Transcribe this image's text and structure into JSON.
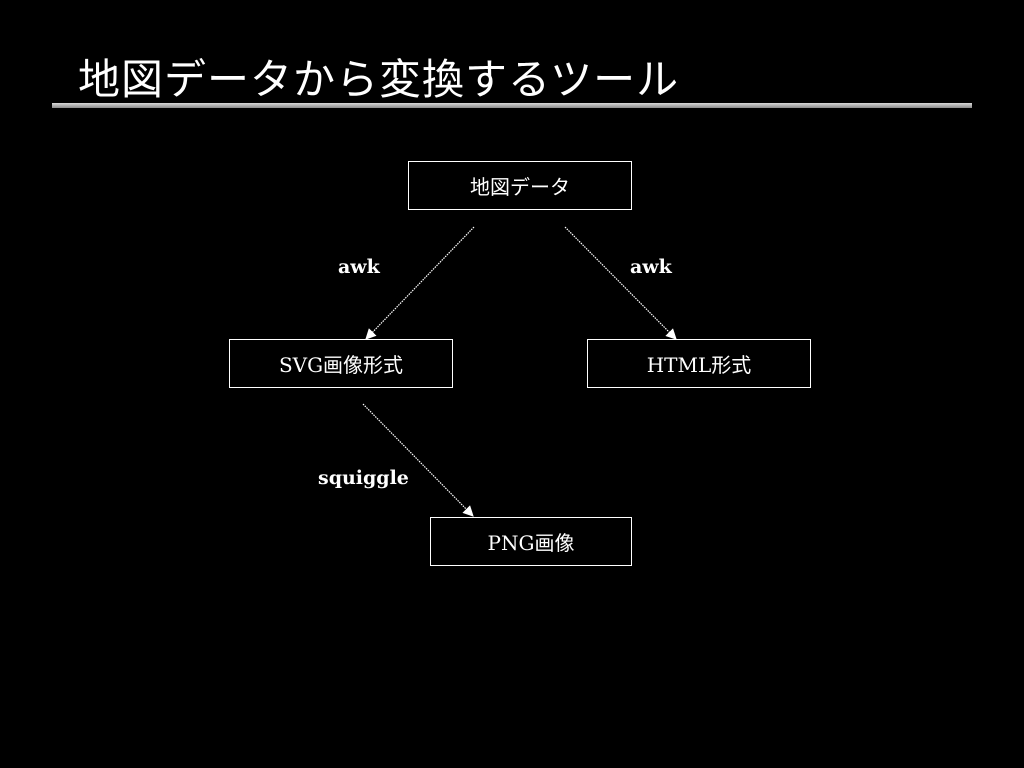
{
  "title": "地図データから変換するツール",
  "diagram": {
    "nodes": {
      "map_data": "地図データ",
      "svg": "SVG画像形式",
      "html": "HTML形式",
      "png": "PNG画像"
    },
    "edges": {
      "map_to_svg": "awk",
      "map_to_html": "awk",
      "svg_to_png": "squiggle"
    }
  },
  "colors": {
    "background": "#000000",
    "foreground": "#ffffff"
  }
}
